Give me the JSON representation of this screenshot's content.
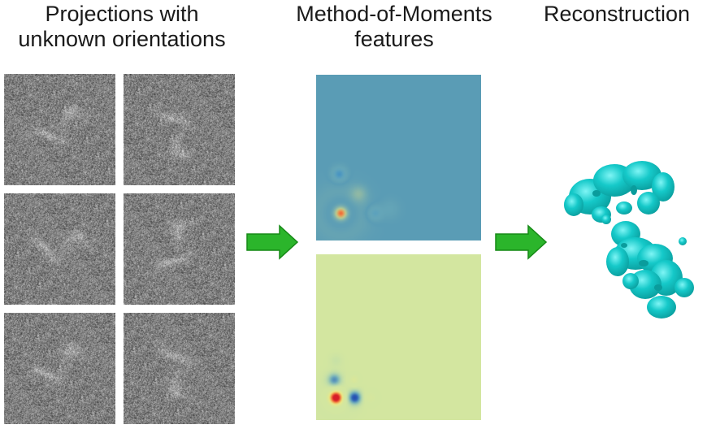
{
  "projections": {
    "title_line1": "Projections with",
    "title_line2": "unknown orientations",
    "tiles": [
      {
        "particle_angle_deg": -20,
        "mirrored": false
      },
      {
        "particle_angle_deg": 60,
        "mirrored": true
      },
      {
        "particle_angle_deg": 0,
        "mirrored": false
      },
      {
        "particle_angle_deg": -60,
        "mirrored": false
      },
      {
        "particle_angle_deg": -25,
        "mirrored": false
      },
      {
        "particle_angle_deg": 70,
        "mirrored": true
      }
    ]
  },
  "moments": {
    "title_line1": "Method-of-Moments",
    "title_line2": "features",
    "panels": [
      {
        "background": "#5a9cb5",
        "feature": "first-moment"
      },
      {
        "background": "#d3e6a0",
        "feature": "second-moment"
      }
    ]
  },
  "reconstruction": {
    "title": "Reconstruction",
    "color": "#15c9c9",
    "shadow_color": "#0a9c9c"
  },
  "arrows": {
    "color": "#2bb52b",
    "edge_color": "#178a17"
  }
}
